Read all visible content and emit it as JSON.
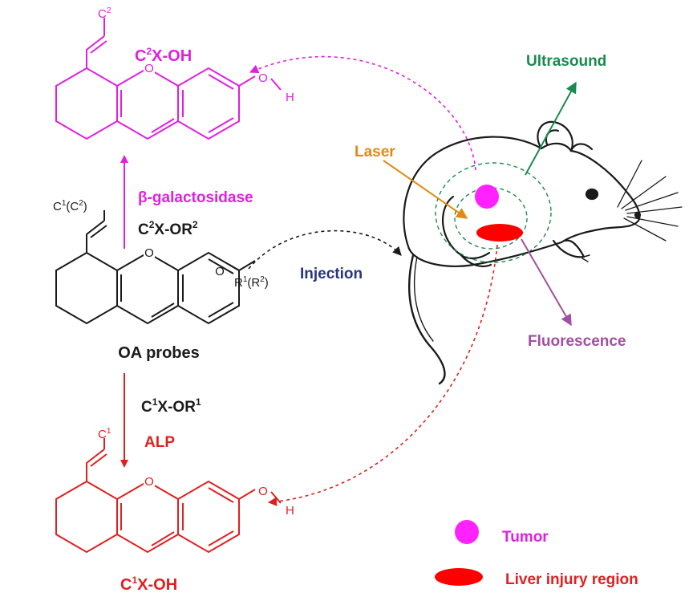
{
  "colors": {
    "magenta": "#e020e0",
    "red": "#e02020",
    "black": "#1a1a1a",
    "green": "#1a8a50",
    "orange": "#e08a10",
    "purple": "#a050a0",
    "navy": "#2a3580",
    "tumor": "#ff22ff",
    "injury": "#ff0000"
  },
  "top_molecule": {
    "label_main": "C",
    "label_sup": "2",
    "label_rest": "X-OH",
    "substituent": "C",
    "substituent_sup": "2",
    "oxygen": "O",
    "oh_o": "O",
    "oh_h": "H"
  },
  "middle_molecule": {
    "substituent": "C",
    "substituent_sup": "1",
    "substituent_paren": "(C",
    "substituent_paren_sup": "2",
    "substituent_close": ")",
    "oxygen": "O",
    "ether_o": "O",
    "r_group": "R",
    "r_sup": "1",
    "r_paren": "(R",
    "r_paren_sup": "2",
    "r_close": ")",
    "caption": "OA probes"
  },
  "bottom_molecule": {
    "label_main": "C",
    "label_sup": "1",
    "label_rest": "X-OH",
    "substituent": "C",
    "substituent_sup": "1",
    "oxygen": "O",
    "oh_o": "O",
    "oh_h": "H"
  },
  "up_arrow": {
    "enzyme": "β-galactosidase",
    "probe_main": "C",
    "probe_sup": "2",
    "probe_rest": "X-OR",
    "probe_rsup": "2"
  },
  "down_arrow": {
    "probe_main": "C",
    "probe_sup": "1",
    "probe_rest": "X-OR",
    "probe_rsup": "1",
    "enzyme": "ALP"
  },
  "labels": {
    "injection": "Injection",
    "laser": "Laser",
    "ultrasound": "Ultrasound",
    "fluorescence": "Fluorescence"
  },
  "legend": [
    {
      "label": "Tumor",
      "color": "#ff22ff",
      "shape": "circle"
    },
    {
      "label": "Liver injury region",
      "color": "#ff0000",
      "shape": "ellipse"
    }
  ]
}
